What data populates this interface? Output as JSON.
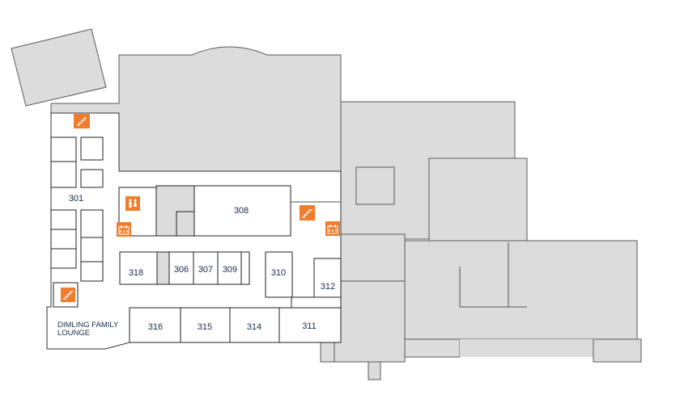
{
  "map": {
    "title": "Floor 3",
    "rooms": [
      {
        "id": "301",
        "label": "301"
      },
      {
        "id": "308",
        "label": "308"
      },
      {
        "id": "318",
        "label": "318"
      },
      {
        "id": "306",
        "label": "306"
      },
      {
        "id": "307",
        "label": "307"
      },
      {
        "id": "309",
        "label": "309"
      },
      {
        "id": "310",
        "label": "310"
      },
      {
        "id": "312",
        "label": "312"
      },
      {
        "id": "316",
        "label": "316"
      },
      {
        "id": "315",
        "label": "315"
      },
      {
        "id": "314",
        "label": "314"
      },
      {
        "id": "311",
        "label": "311"
      }
    ],
    "lounge": {
      "line1": "DIMLING FAMILY",
      "line2": "LOUNGE"
    },
    "icons": [
      "stairs-icon",
      "restroom-icon",
      "elevator-icon"
    ],
    "colors": {
      "accent": "#f07c2c",
      "building": "#dcdcdc",
      "floor": "#ffffff"
    }
  }
}
